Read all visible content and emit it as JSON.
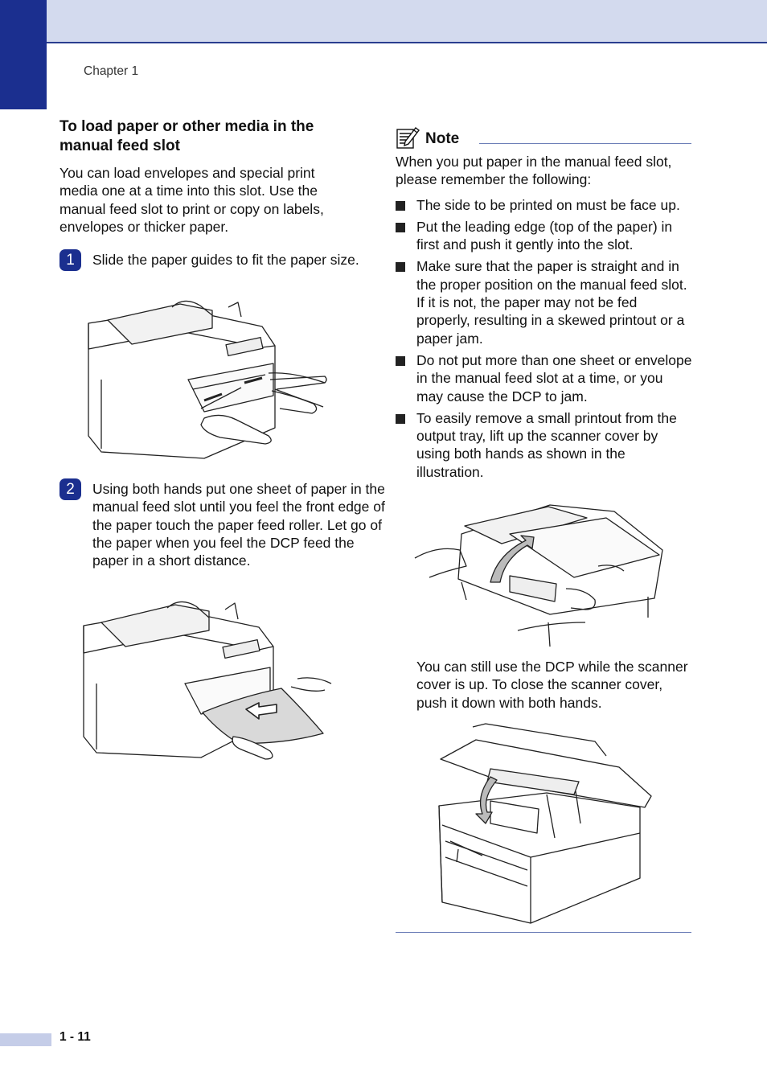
{
  "header": {
    "chapter": "Chapter 1"
  },
  "left": {
    "title": "To load paper or other media in the manual feed slot",
    "intro": "You can load envelopes and special print media one at a time into this slot. Use the manual feed slot to print or copy on labels, envelopes or thicker paper.",
    "steps": [
      {
        "num": "1",
        "text": "Slide the paper guides to fit the paper size."
      },
      {
        "num": "2",
        "text": "Using both hands put one sheet of paper in the manual feed slot until you feel the front edge of the paper touch the paper feed roller. Let go of the paper when you feel the DCP feed the paper in a short distance."
      }
    ]
  },
  "note": {
    "title": "Note",
    "intro": "When you put paper in the manual feed slot, please remember the following:",
    "bullets": [
      "The side to be printed on must be face up.",
      "Put the leading edge (top of the paper) in first and push it gently into the slot.",
      "Make sure that the paper is straight and in the proper position on the manual feed slot. If it is not, the paper may not be fed properly, resulting in a skewed printout or a paper jam.",
      "Do not put more than one sheet or envelope in the manual feed slot at a time, or you may cause the DCP to jam.",
      "To easily remove a small printout from the output tray, lift up the scanner cover by using both hands as shown in the illustration."
    ],
    "followup": "You can still use the DCP while the scanner cover is up. To close the scanner cover, push it down with both hands."
  },
  "footer": {
    "page": "1 - 11"
  }
}
